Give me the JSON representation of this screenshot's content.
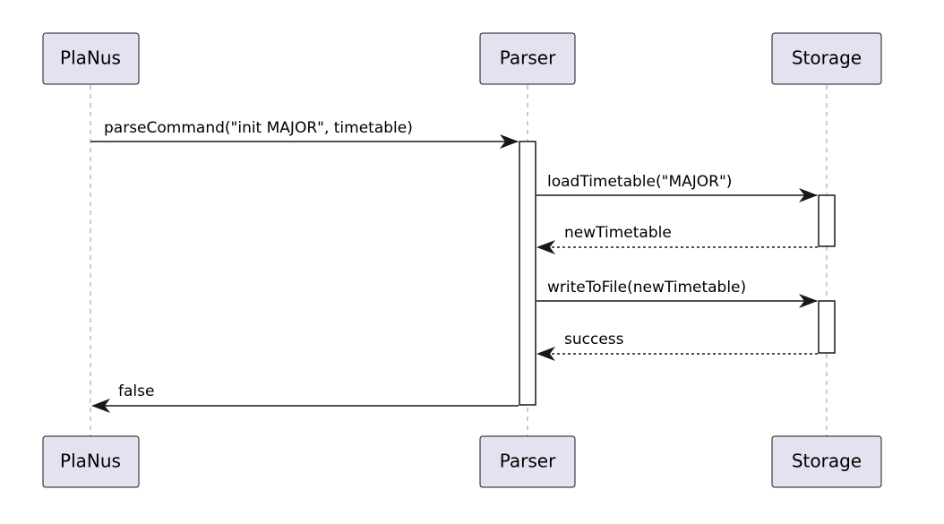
{
  "participants": [
    {
      "id": "planus",
      "label": "PlaNus"
    },
    {
      "id": "parser",
      "label": "Parser"
    },
    {
      "id": "storage",
      "label": "Storage"
    }
  ],
  "messages": [
    {
      "id": "m1",
      "from": "planus",
      "to": "parser",
      "label": "parseCommand(\"init MAJOR\", timetable)",
      "style": "solid"
    },
    {
      "id": "m2",
      "from": "parser",
      "to": "storage",
      "label": "loadTimetable(\"MAJOR\")",
      "style": "solid"
    },
    {
      "id": "m3",
      "from": "storage",
      "to": "parser",
      "label": "newTimetable",
      "style": "dashed"
    },
    {
      "id": "m4",
      "from": "parser",
      "to": "storage",
      "label": "writeToFile(newTimetable)",
      "style": "solid"
    },
    {
      "id": "m5",
      "from": "storage",
      "to": "parser",
      "label": "success",
      "style": "dashed"
    },
    {
      "id": "m6",
      "from": "parser",
      "to": "planus",
      "label": "false",
      "style": "solid"
    }
  ],
  "colors": {
    "participant_fill": "#e2e2f0",
    "line": "#181818",
    "lifeline": "#9a9a9a"
  }
}
